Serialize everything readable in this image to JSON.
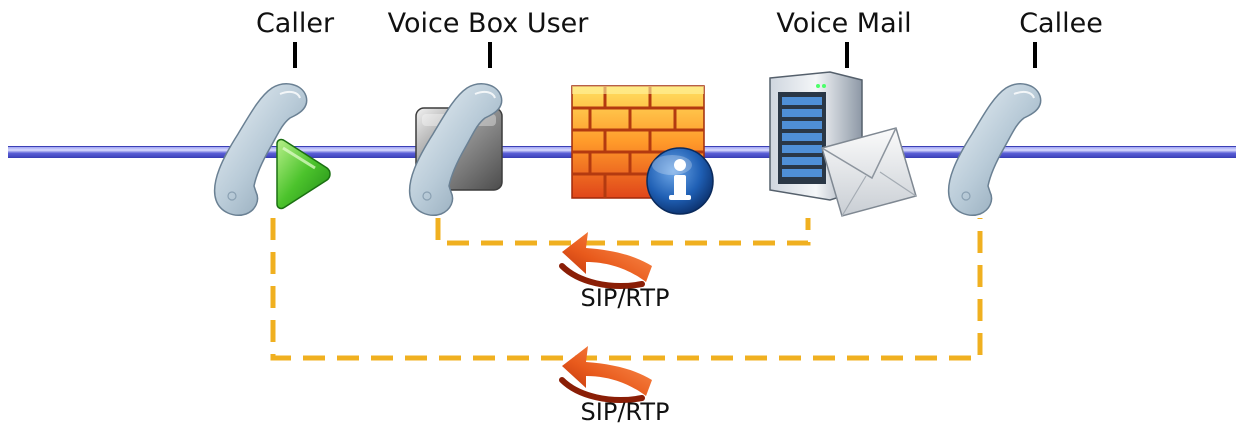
{
  "nodes": {
    "caller": {
      "label": "Caller"
    },
    "voice_box_user": {
      "label": "Voice Box User"
    },
    "voice_mail": {
      "label": "Voice Mail"
    },
    "callee": {
      "label": "Callee"
    }
  },
  "connections": [
    {
      "label": "SIP/RTP"
    },
    {
      "label": "SIP/RTP"
    }
  ],
  "colors": {
    "network_line": "#4a4fd0",
    "dashed_connection": "#f0b020",
    "arrow": "#e85a1c"
  }
}
